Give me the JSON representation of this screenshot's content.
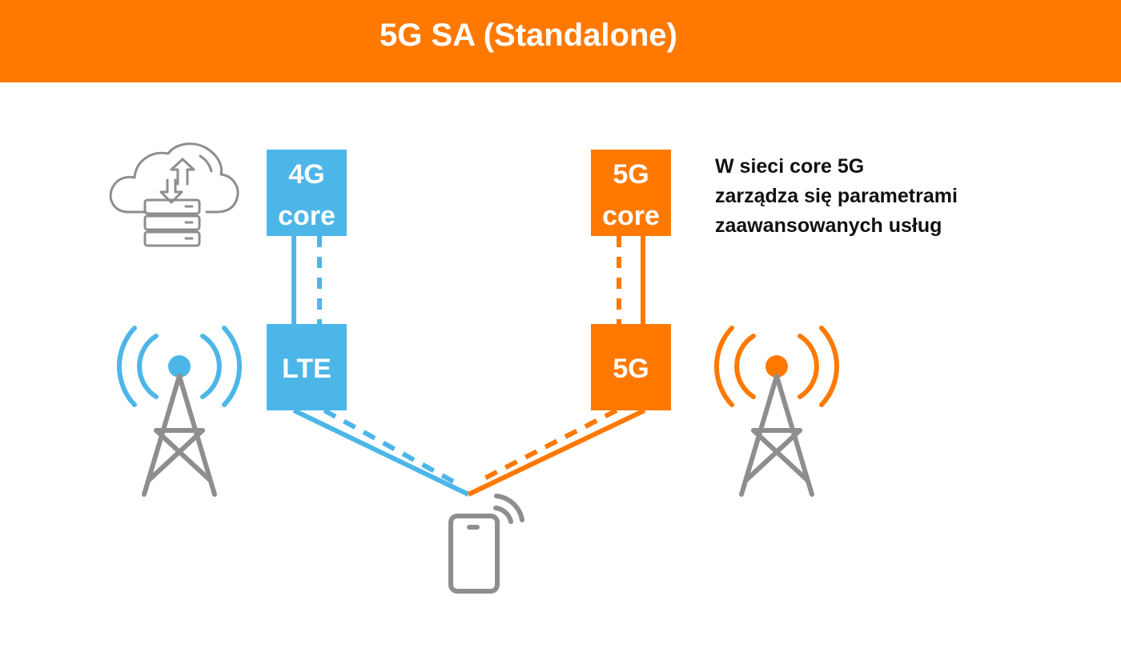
{
  "header": {
    "title": "5G SA (Standalone)"
  },
  "colors": {
    "brand_orange": "#FF7900",
    "lte_blue": "#4DB6E8",
    "icon_gray": "#8E8E8E"
  },
  "nodes": {
    "core_4g": {
      "line1": "4G",
      "line2": "core"
    },
    "lte": {
      "label": "LTE"
    },
    "core_5g": {
      "line1": "5G",
      "line2": "core"
    },
    "nr_5g": {
      "label": "5G"
    }
  },
  "note": {
    "lines": [
      "W sieci core 5G",
      "zarządza się parametrami",
      "zaawansowanych usług"
    ]
  },
  "icons": [
    "cloud-server-icon",
    "cell-tower-icon",
    "smartphone-icon"
  ]
}
